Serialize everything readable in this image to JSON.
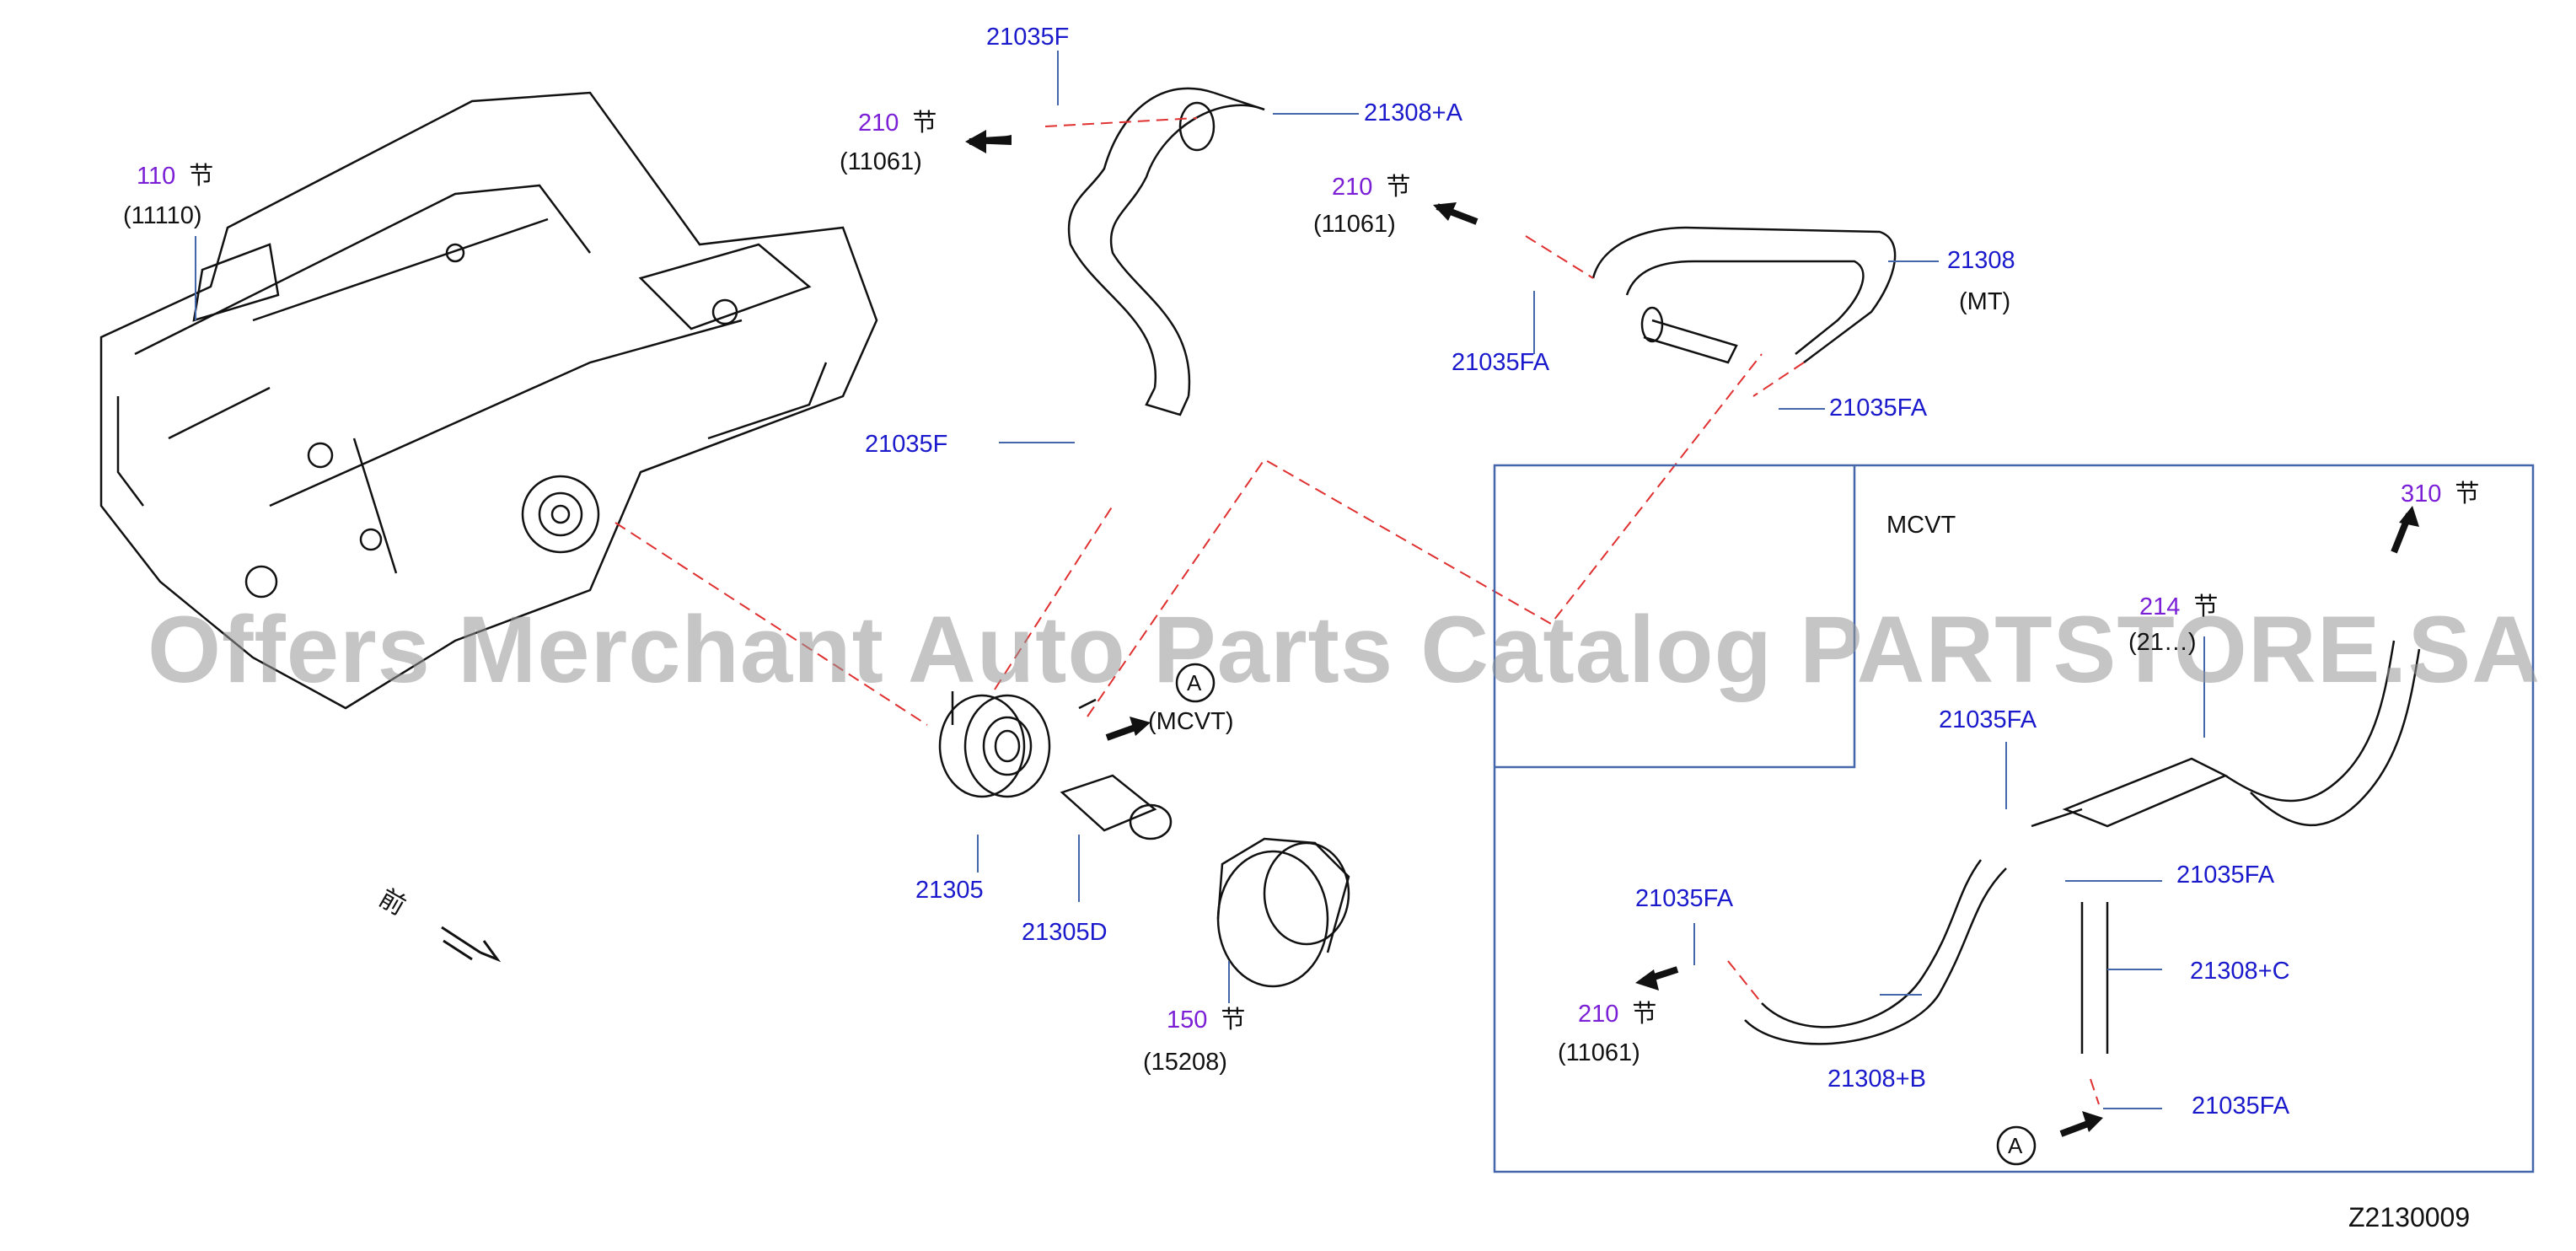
{
  "diagram_id": "Z2130009",
  "watermark": "Offers Merchant Auto Parts Catalog PARTSTORE.SA",
  "colors": {
    "part_label": "#1a1acc",
    "section_ref": "#7a1fd6",
    "text": "#111111",
    "leader_dash": "#e03030",
    "box_outline": "#4466aa"
  },
  "section_refs": {
    "ref_110": {
      "section": "110",
      "kanji": "节",
      "part": "(11110)"
    },
    "ref_210_top": {
      "section": "210",
      "kanji": "节",
      "part": "(11061)"
    },
    "ref_210_mt": {
      "section": "210",
      "kanji": "节",
      "part": "(11061)"
    },
    "ref_150": {
      "section": "150",
      "kanji": "节",
      "part": "(15208)"
    },
    "ref_210_mcvt": {
      "section": "210",
      "kanji": "节",
      "part": "(11061)"
    },
    "ref_310": {
      "section": "310",
      "kanji": "节"
    },
    "ref_214": {
      "section": "214",
      "kanji": "节",
      "part": "(21…)"
    }
  },
  "parts": {
    "p_21035F_top": "21035F",
    "p_21308A": "21308+A",
    "p_21308": "21308",
    "p_mt": "(MT)",
    "p_21035FA_mt_left": "21035FA",
    "p_21035FA_mt_right": "21035FA",
    "p_21035F_bottom": "21035F",
    "p_21305": "21305",
    "p_21305D": "21305D",
    "p_mcvt_callout": "(MCVT)",
    "p_marker_a1": "A",
    "p_marker_a2": "A",
    "p_21035FA_box_top": "21035FA",
    "p_21035FA_box_left": "21035FA",
    "p_21035FA_box_mid": "21035FA",
    "p_21308C": "21308+C",
    "p_21308B": "21308+B",
    "p_21035FA_box_bottom": "21035FA"
  },
  "mcvt_box_label": "MCVT",
  "front_label": "前"
}
